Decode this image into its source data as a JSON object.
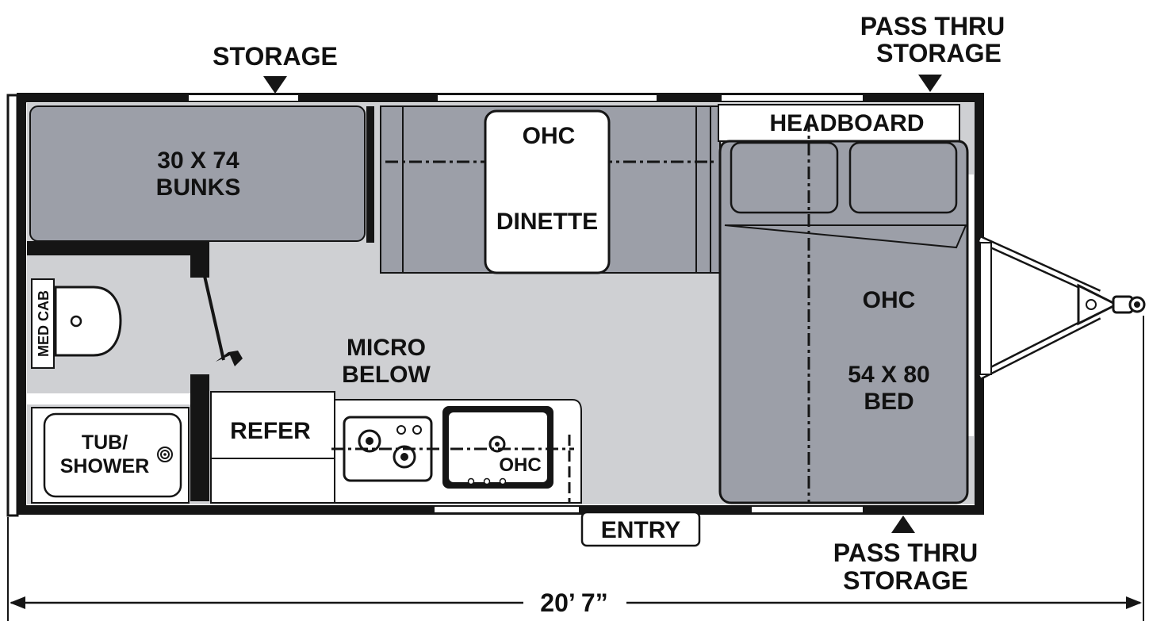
{
  "colors": {
    "wall": "#151515",
    "floor": "#cfd0d3",
    "cushion": "#9c9fa8",
    "counter": "#ffffff"
  },
  "labels": {
    "storage_top": "STORAGE",
    "pass_thru_top_line1": "PASS THRU",
    "pass_thru_top_line2": "STORAGE",
    "bunks_line1": "30 X 74",
    "bunks_line2": "BUNKS",
    "ohc_dinette": "OHC",
    "dinette": "DINETTE",
    "headboard": "HEADBOARD",
    "ohc_bed": "OHC",
    "bed_line1": "54 X 80",
    "bed_line2": "BED",
    "med_cab": "MED CAB",
    "micro_line1": "MICRO",
    "micro_line2": "BELOW",
    "refer": "REFER",
    "tub_line1": "TUB/",
    "tub_line2": "SHOWER",
    "ohc_kitchen": "OHC",
    "entry": "ENTRY",
    "pass_thru_bottom_line1": "PASS THRU",
    "pass_thru_bottom_line2": "STORAGE",
    "length": "20’ 7”"
  },
  "icons": {
    "storage_marker": "down-triangle-icon",
    "pass_thru_top_marker": "down-triangle-icon",
    "pass_thru_bottom_marker": "up-triangle-icon",
    "toilet": "toilet-icon",
    "stove": "stove-burners-icon",
    "sink": "sink-icon",
    "hitch": "tongue-hitch-icon"
  }
}
